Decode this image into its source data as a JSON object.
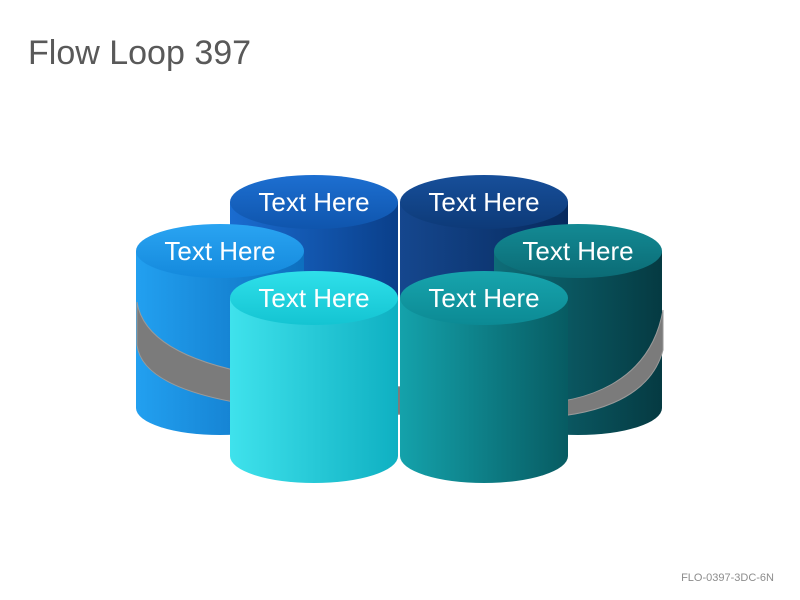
{
  "title": "Flow Loop 397",
  "code": "FLO-0397-3DC-6N",
  "cylinders": [
    {
      "label": "Text Here",
      "colors": {
        "top": "#1d6fd1",
        "topDark": "#0f55ad",
        "bodyLight": "#1a6cd0",
        "bodyDark": "#0a3f8a"
      }
    },
    {
      "label": "Text Here",
      "colors": {
        "top": "#174f9a",
        "topDark": "#0d3a78",
        "bodyLight": "#15478e",
        "bodyDark": "#072a5e"
      }
    },
    {
      "label": "Text Here",
      "colors": {
        "top": "#2aa4f2",
        "topDark": "#1489dc",
        "bodyLight": "#22a0f0",
        "bodyDark": "#0d6fbf"
      }
    },
    {
      "label": "Text Here",
      "colors": {
        "top": "#138a94",
        "topDark": "#0b6b75",
        "bodyLight": "#0e6d78",
        "bodyDark": "#053a42"
      }
    },
    {
      "label": "Text Here",
      "colors": {
        "top": "#2fe0ea",
        "topDark": "#14c4d2",
        "bodyLight": "#3fe2ec",
        "bodyDark": "#0fb0c2"
      }
    },
    {
      "label": "Text Here",
      "colors": {
        "top": "#17a4ad",
        "topDark": "#0c8a94",
        "bodyLight": "#14a2ab",
        "bodyDark": "#075b62"
      }
    }
  ],
  "arrow": {
    "color": "#7b7b7b",
    "stroke": "#9a9a9a"
  }
}
